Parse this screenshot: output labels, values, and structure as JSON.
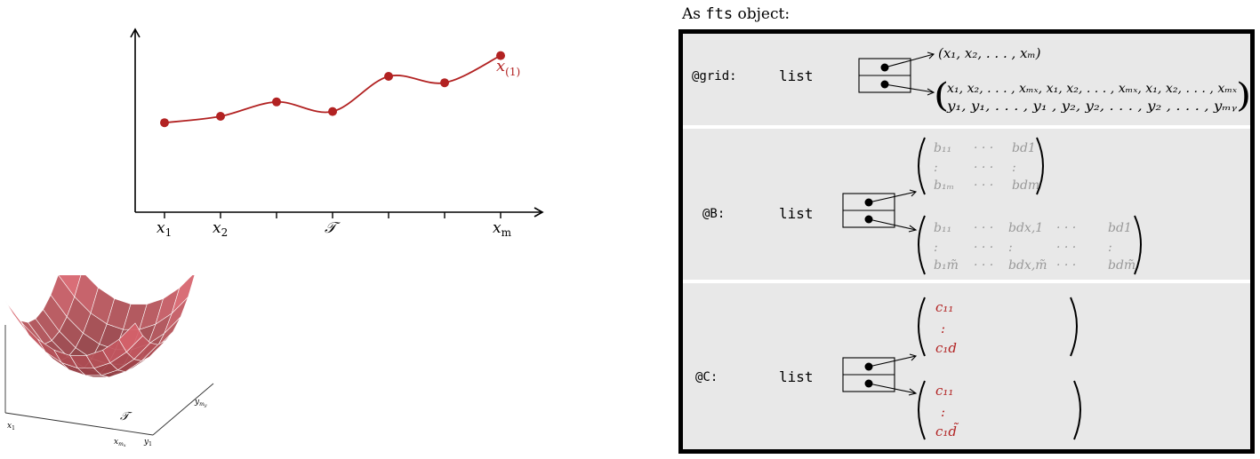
{
  "curve_plot": {
    "points": [
      {
        "t": 1,
        "v": 0.56
      },
      {
        "t": 2,
        "v": 0.6
      },
      {
        "t": 3,
        "v": 0.69
      },
      {
        "t": 4,
        "v": 0.63
      },
      {
        "t": 5,
        "v": 0.85
      },
      {
        "t": 6,
        "v": 0.81
      },
      {
        "t": 7,
        "v": 0.98
      }
    ],
    "tick_positions": [
      1,
      2,
      3,
      4,
      5,
      6,
      7
    ],
    "x_tick_labels": [
      {
        "t": 1,
        "base": "x",
        "sub": "1"
      },
      {
        "t": 2,
        "base": "x",
        "sub": "2"
      },
      {
        "t": 4,
        "base": "𝒯",
        "sub": ""
      },
      {
        "t": 7,
        "base": "x",
        "sub": "m"
      }
    ],
    "series_label": {
      "base": "x",
      "sub": "(1)"
    },
    "color": "#b22222"
  },
  "surface_plot": {
    "label_x1": "x1",
    "label_xm": "xmx",
    "label_y1": "y1",
    "label_ym": "ymy",
    "center_label": "𝒯",
    "color": "#c8323c"
  },
  "fts": {
    "heading_prefix": "As ",
    "heading_code": "fts",
    "heading_suffix": " object:",
    "slots": [
      {
        "label": "@grid:",
        "type": "list",
        "grid_row1": "(x₁, x₂, . . . , xₘ)",
        "grid_row2a": "x₁, x₂, . . . , xₘₓ, x₁, x₂, . . . , xₘₓ, x₁, x₂, . . . , xₘₓ",
        "grid_row2b": "y₁, y₁, . . . , y₁ , y₂, y₂, . . . , y₂ ,      . . .      , yₘᵧ"
      },
      {
        "label": "@B:",
        "type": "list",
        "matrix1": [
          [
            "b₁₁",
            "· · ·",
            "b_d1"
          ],
          [
            ":",
            "· · ·",
            ":"
          ],
          [
            "b₁ₘ",
            "· · ·",
            "b_dm"
          ]
        ],
        "matrix2": [
          [
            "b₁₁",
            "· · ·",
            "b_dx,1",
            "· · ·",
            "b_d1"
          ],
          [
            ":",
            "· · ·",
            ":",
            "· · ·",
            ":"
          ],
          [
            "b₁m̃",
            "· · ·",
            "b_dx,m̃",
            "· · ·",
            "b_dm̃"
          ]
        ]
      },
      {
        "label": "@C:",
        "type": "list",
        "vector1": [
          "c₁₁",
          ":",
          "c₁d"
        ],
        "vector2": [
          "c₁₁",
          ":",
          "c₁d̃"
        ]
      }
    ],
    "gray": "#999999",
    "red": "#b22222"
  }
}
